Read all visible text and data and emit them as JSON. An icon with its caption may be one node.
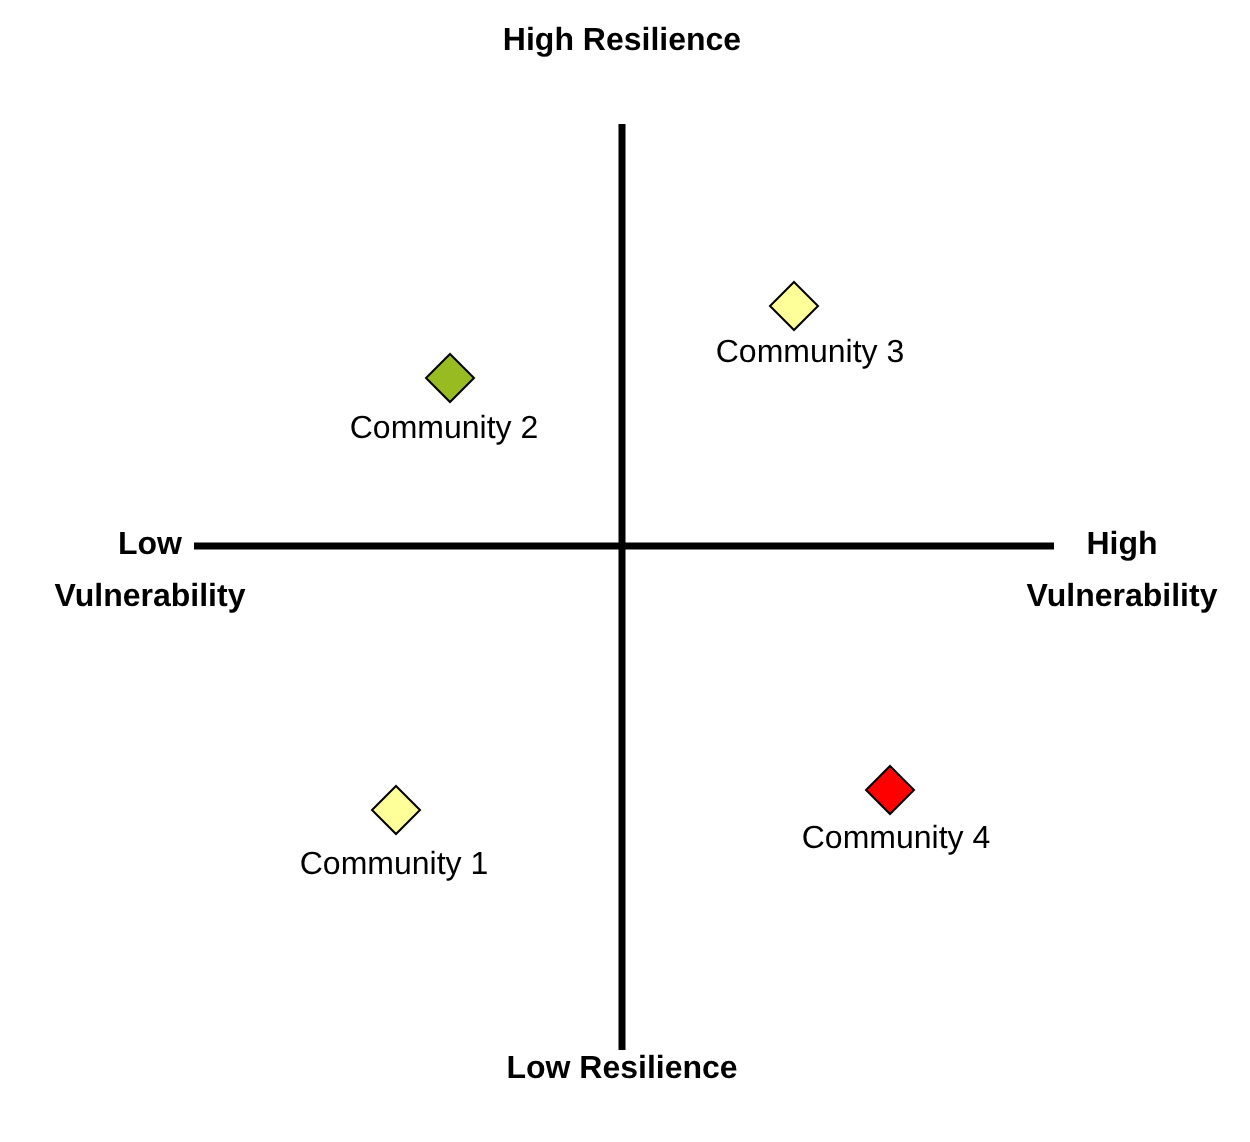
{
  "diagram": {
    "nodes": [
      {
        "text": [],
        "shape": "diamond",
        "beside": [
          "Community 2"
        ]
      },
      {
        "text": [],
        "shape": "diamond",
        "beside": [
          "Community 3"
        ]
      },
      {
        "text": [],
        "shape": "diamond",
        "beside": [
          "Community 1"
        ]
      },
      {
        "text": [],
        "shape": "diamond",
        "beside": [
          "Community 4"
        ]
      }
    ],
    "labels": [
      "High Resilience",
      "Low Vulnerability",
      "High Vulnerability",
      "Low Resilience"
    ]
  }
}
